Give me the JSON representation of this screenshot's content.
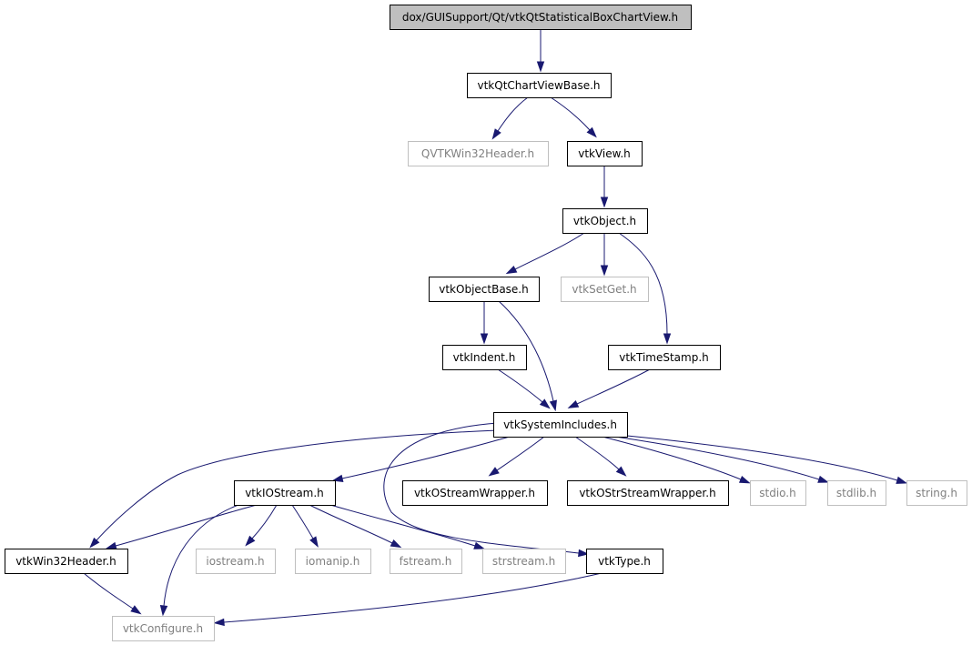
{
  "colors": {
    "edge": "#191970",
    "root_fill": "#bfbfbf",
    "node_border": "#000000",
    "external_border": "#bfbfbf",
    "external_text": "#808080",
    "text": "#000000"
  },
  "nodes": [
    {
      "id": "root",
      "label": "dox/GUISupport/Qt/vtkQtStatisticalBoxChartView.h",
      "kind": "root"
    },
    {
      "id": "chartviewbase",
      "label": "vtkQtChartViewBase.h",
      "kind": "normal"
    },
    {
      "id": "qvtkwin32",
      "label": "QVTKWin32Header.h",
      "kind": "external"
    },
    {
      "id": "view",
      "label": "vtkView.h",
      "kind": "normal"
    },
    {
      "id": "object",
      "label": "vtkObject.h",
      "kind": "normal"
    },
    {
      "id": "objectbase",
      "label": "vtkObjectBase.h",
      "kind": "normal"
    },
    {
      "id": "setget",
      "label": "vtkSetGet.h",
      "kind": "external"
    },
    {
      "id": "indent",
      "label": "vtkIndent.h",
      "kind": "normal"
    },
    {
      "id": "timestamp",
      "label": "vtkTimeStamp.h",
      "kind": "normal"
    },
    {
      "id": "sysincludes",
      "label": "vtkSystemIncludes.h",
      "kind": "normal"
    },
    {
      "id": "iostreamh",
      "label": "vtkIOStream.h",
      "kind": "normal"
    },
    {
      "id": "ostreamwrapper",
      "label": "vtkOStreamWrapper.h",
      "kind": "normal"
    },
    {
      "id": "ostrstreamwrapper",
      "label": "vtkOStrStreamWrapper.h",
      "kind": "normal"
    },
    {
      "id": "stdio",
      "label": "stdio.h",
      "kind": "external"
    },
    {
      "id": "stdlib",
      "label": "stdlib.h",
      "kind": "external"
    },
    {
      "id": "string",
      "label": "string.h",
      "kind": "external"
    },
    {
      "id": "win32header",
      "label": "vtkWin32Header.h",
      "kind": "normal"
    },
    {
      "id": "iostream",
      "label": "iostream.h",
      "kind": "external"
    },
    {
      "id": "iomanip",
      "label": "iomanip.h",
      "kind": "external"
    },
    {
      "id": "fstream",
      "label": "fstream.h",
      "kind": "external"
    },
    {
      "id": "strstream",
      "label": "strstream.h",
      "kind": "external"
    },
    {
      "id": "type",
      "label": "vtkType.h",
      "kind": "normal"
    },
    {
      "id": "configure",
      "label": "vtkConfigure.h",
      "kind": "external"
    }
  ],
  "edges": [
    [
      "root",
      "chartviewbase"
    ],
    [
      "chartviewbase",
      "qvtkwin32"
    ],
    [
      "chartviewbase",
      "view"
    ],
    [
      "view",
      "object"
    ],
    [
      "object",
      "objectbase"
    ],
    [
      "object",
      "setget"
    ],
    [
      "object",
      "timestamp"
    ],
    [
      "objectbase",
      "indent"
    ],
    [
      "objectbase",
      "sysincludes"
    ],
    [
      "indent",
      "sysincludes"
    ],
    [
      "timestamp",
      "sysincludes"
    ],
    [
      "sysincludes",
      "win32header"
    ],
    [
      "sysincludes",
      "iostreamh"
    ],
    [
      "sysincludes",
      "ostreamwrapper"
    ],
    [
      "sysincludes",
      "ostrstreamwrapper"
    ],
    [
      "sysincludes",
      "stdio"
    ],
    [
      "sysincludes",
      "stdlib"
    ],
    [
      "sysincludes",
      "string"
    ],
    [
      "sysincludes",
      "type"
    ],
    [
      "iostreamh",
      "win32header"
    ],
    [
      "iostreamh",
      "configure"
    ],
    [
      "iostreamh",
      "iostream"
    ],
    [
      "iostreamh",
      "iomanip"
    ],
    [
      "iostreamh",
      "fstream"
    ],
    [
      "iostreamh",
      "strstream"
    ],
    [
      "win32header",
      "configure"
    ],
    [
      "type",
      "configure"
    ]
  ]
}
